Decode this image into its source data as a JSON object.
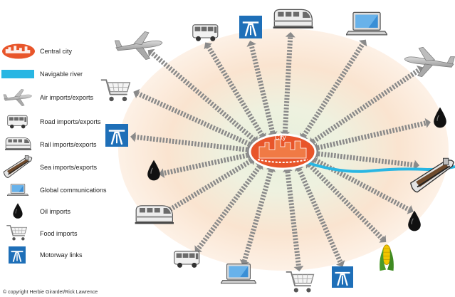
{
  "legend": {
    "items": [
      {
        "icon": "city-skyline-icon",
        "label": "Central city"
      },
      {
        "icon": "river-icon",
        "label": "Navigable river"
      },
      {
        "icon": "airplane-icon",
        "label": "Air imports/exports"
      },
      {
        "icon": "bus-icon",
        "label": "Road imports/exports"
      },
      {
        "icon": "train-icon",
        "label": "Rail imports/exports"
      },
      {
        "icon": "ship-icon",
        "label": "Sea imports/exports"
      },
      {
        "icon": "laptop-icon",
        "label": "Global communications"
      },
      {
        "icon": "oil-drop-icon",
        "label": "Oil imports"
      },
      {
        "icon": "shopping-cart-icon",
        "label": "Food imports"
      },
      {
        "icon": "motorway-sign-icon",
        "label": "Motorway links"
      }
    ]
  },
  "city": {
    "label": "City"
  },
  "copyright": "© copyright Herbie Girardet/Rick Lawrence",
  "colors": {
    "city_orange": "#e8552a",
    "river_blue": "#29b6e3",
    "arrow_gray": "#8a8a8a",
    "motorway_blue": "#1e6fb8",
    "halo_peach": "#fbe3cf"
  },
  "peripheral_icons": [
    "airplane-icon",
    "bus-icon",
    "motorway-sign-icon",
    "train-icon",
    "laptop-icon",
    "airplane-icon",
    "oil-drop-icon",
    "ship-icon",
    "oil-drop-icon",
    "corn-icon",
    "motorway-sign-icon",
    "shopping-cart-icon",
    "laptop-icon",
    "bus-icon",
    "train-icon",
    "oil-drop-icon",
    "motorway-sign-icon",
    "shopping-cart-icon"
  ]
}
